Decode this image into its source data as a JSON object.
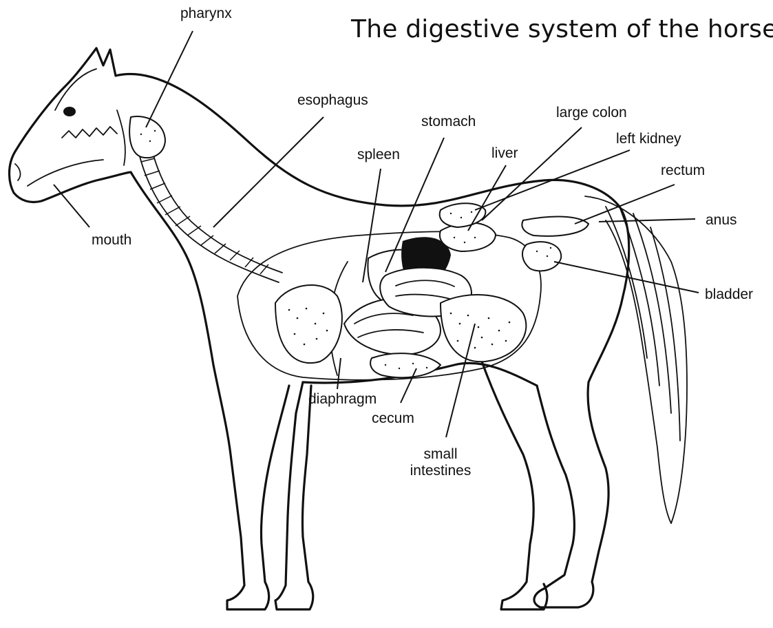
{
  "title": "The digestive system of the horse.",
  "labels": {
    "pharynx": "pharynx",
    "esophagus": "esophagus",
    "stomach": "stomach",
    "large_colon": "large colon",
    "left_kidney": "left kidney",
    "spleen": "spleen",
    "liver": "liver",
    "rectum": "rectum",
    "anus": "anus",
    "mouth": "mouth",
    "bladder": "bladder",
    "diaphragm": "diaphragm",
    "cecum": "cecum",
    "small_intestines_line1": "small",
    "small_intestines_line2": "intestines"
  }
}
